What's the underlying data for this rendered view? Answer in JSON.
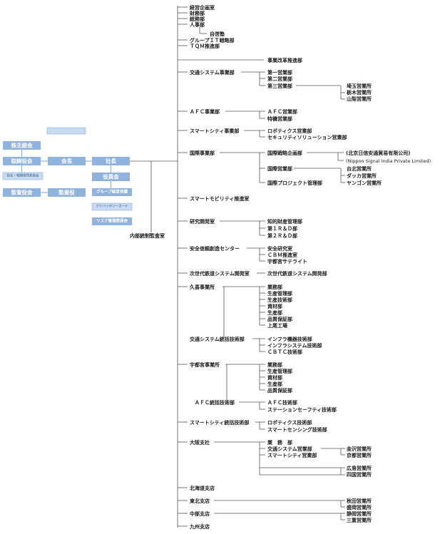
{
  "governance": {
    "blank_box": "",
    "shareholders": "株主総会",
    "board": "取締役会",
    "chairman": "会長",
    "president": "社長",
    "nomination_committee": "指名・報酬諮問委員会",
    "executive_officers": "役員会",
    "audit_board": "監査役会",
    "auditors": "監査役",
    "group_management_council": "グループ経営会議",
    "advisory_board": "アドバイザリーボード",
    "risk_committee": "リスク管理委員会",
    "internal_audit": "内部統制監査室"
  },
  "departments": {
    "corporate_planning": "経営企画室",
    "finance": "財務部",
    "general_affairs": "総務部",
    "hr": "人事部",
    "jikei_juku": "自啓塾",
    "group_it": "グループＩＴ戦略部",
    "tqm": "ＴＱＭ推進部",
    "business_reform": "事業改革推進部",
    "traffic_systems": "交通システム事業部",
    "sales_1": "第一営業部",
    "sales_2": "第二営業部",
    "sales_3": "第三営業部",
    "saitama_office": "埼玉営業所",
    "tochigi_office": "栃木営業所",
    "yamanashi_office": "山梨営業所",
    "afc_division": "ＡＦＣ事業部",
    "afc_sales": "ＡＦＣ営業部",
    "special_sales": "特機営業部",
    "smart_city": "スマートシティ事業部",
    "robotics_sales": "ロボティクス営業部",
    "security_solution_sales": "セキュリティソリューション営業部",
    "international": "国際事業部",
    "intl_strategy": "国際戦略企画部",
    "beijing_company": "(北京日信安通貿易有限公司)",
    "india_company": "(Nippon Signal India Private Limited)",
    "intl_sales": "国際営業部",
    "taipei_office": "台北営業所",
    "dhaka_office": "ダッカ営業所",
    "yangon_office": "ヤンゴン営業所",
    "intl_projects": "国際プロジェクト管理部",
    "smart_mobility": "スマートモビリティ推進室",
    "rd_office": "研究開発室",
    "ip_management": "知的財産管理部",
    "rd_1": "第１Ｒ＆Ｄ部",
    "rd_2": "第２Ｒ＆Ｄ部",
    "safety_center": "安全信頼創造センター",
    "safety_lab": "安全研究室",
    "cbm": "ＣＢＭ推進室",
    "utsunomiya_satellite": "宇都宮サテライト",
    "next_gen_rail": "次世代鉄道システム開発室",
    "next_gen_rail_dept": "次世代鉄道システム開発部",
    "kuki": "久喜事業所",
    "kuki_items": [
      "業務部",
      "生産管理部",
      "生産技術部",
      "資材部",
      "生産部",
      "品質保証部",
      "上尾工場"
    ],
    "traffic_eng": "交通システム統括技術部",
    "infra_equipment": "インフラ機器技術部",
    "infra_system": "インフラシステム技術部",
    "cbtc": "ＣＢＴＣ技術部",
    "utsunomiya": "宇都宮事業所",
    "utsunomiya_items": [
      "業務部",
      "生産管理部",
      "資材部",
      "生産部",
      "品質保証部"
    ],
    "afc_eng": "ＡＦＣ統括技術部",
    "afc_tech": "ＡＦＣ技術部",
    "station_safety": "ステーションセーフティ技術部",
    "smart_city_eng": "スマートシティ統括技術部",
    "robotics_tech": "ロボティクス技術部",
    "smart_sensing": "スマートセンシング技術部",
    "osaka": "大阪支社",
    "osaka_business": "業　務　部",
    "osaka_traffic_sales": "交通システム営業部",
    "osaka_smart_city_sales": "スマートシティ営業部",
    "kanazawa_office": "金沢営業所",
    "kyoto_office": "京都営業所",
    "hiroshima_office": "広島営業所",
    "shikoku_office": "四国営業所",
    "hokkaido": "北海道支店",
    "tohoku": "東北支店",
    "akita_office": "秋田営業所",
    "morioka_office": "盛岡営業所",
    "chubu": "中部支店",
    "shizuoka_office": "静岡営業所",
    "mie_office": "三重営業所",
    "kyushu": "九州支店"
  }
}
